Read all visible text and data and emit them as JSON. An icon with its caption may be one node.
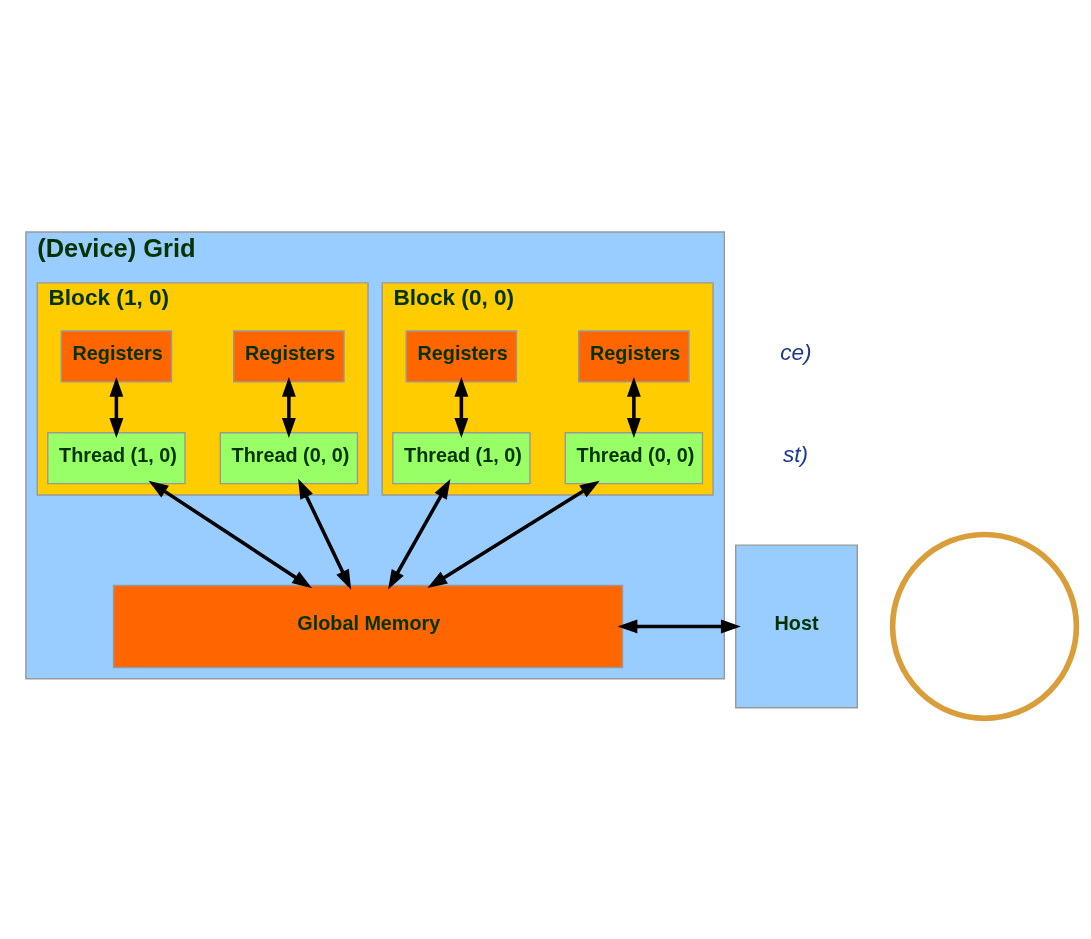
{
  "diagram": {
    "nodes": [
      {
        "text": [
          "(Device) Grid"
        ]
      },
      {
        "text": [
          "Block (0, 0)"
        ],
        "in": 0
      },
      {
        "text": [
          "Registers"
        ],
        "in": 1
      },
      {
        "text": [
          "Thread (0, 0)"
        ],
        "in": 1
      },
      {
        "text": [
          "Registers"
        ],
        "in": 1
      },
      {
        "text": [
          "Thread (1, 0)"
        ],
        "in": 1
      },
      {
        "text": [
          "Block (1, 0)"
        ],
        "in": 0
      },
      {
        "text": [
          "Registers"
        ],
        "in": 6
      },
      {
        "text": [
          "Thread (0, 0)"
        ],
        "in": 6
      },
      {
        "text": [
          "Registers"
        ],
        "in": 6
      },
      {
        "text": [
          "Thread (1, 0)"
        ],
        "in": 6
      },
      {
        "text": [
          "Global Memory"
        ],
        "in": 0
      },
      {
        "text": [
          "Host"
        ]
      },
      {
        "text": [],
        "shape": "circle"
      }
    ],
    "edges": [
      {
        "from": 2,
        "to": 3,
        "arrow": "both"
      },
      {
        "from": 4,
        "to": 5,
        "arrow": "both"
      },
      {
        "from": 7,
        "to": 8,
        "arrow": "both"
      },
      {
        "from": 9,
        "to": 10,
        "arrow": "both"
      },
      {
        "from": 3,
        "to": 11,
        "arrow": "both"
      },
      {
        "from": 5,
        "to": 11,
        "arrow": "both"
      },
      {
        "from": 8,
        "to": 11,
        "arrow": "both"
      },
      {
        "from": 10,
        "to": 11,
        "arrow": "both"
      },
      {
        "from": 12,
        "to": 11,
        "arrow": "both"
      }
    ],
    "labels": [
      "ce)",
      "st)"
    ]
  }
}
